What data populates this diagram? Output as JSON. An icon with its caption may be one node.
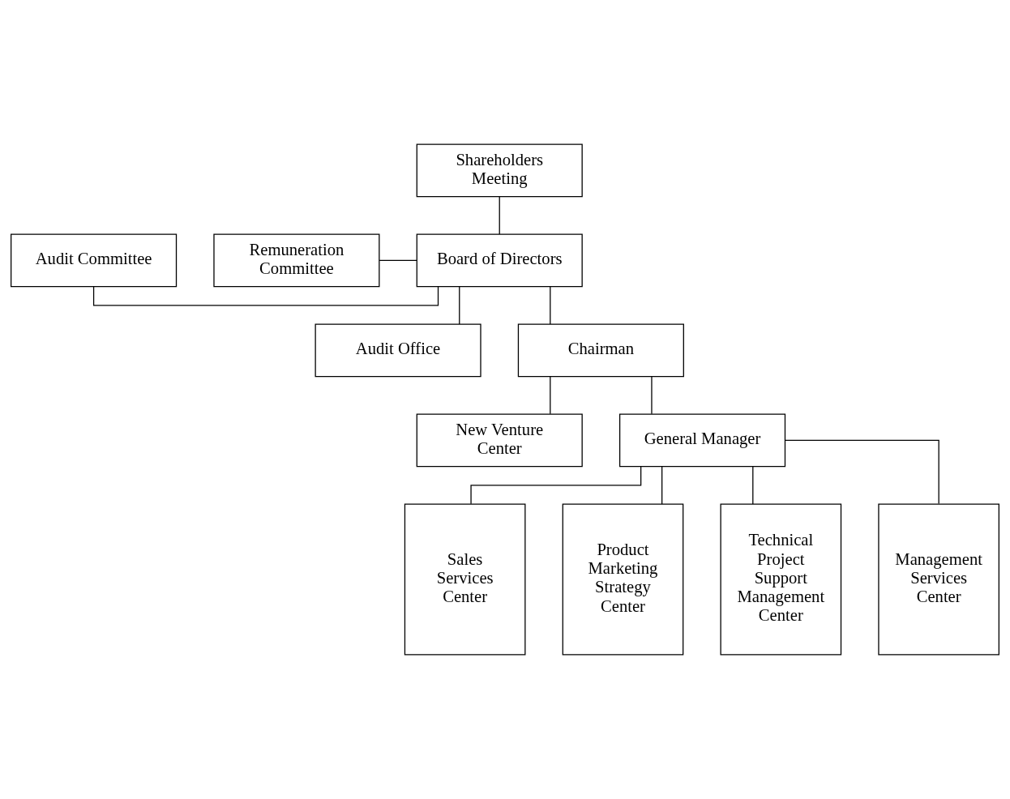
{
  "diagram": {
    "nodes": [
      {
        "text": [
          "Shareholders Meeting"
        ]
      },
      {
        "text": [
          "Audit Committee"
        ]
      },
      {
        "text": [
          "Remuneration Committee"
        ]
      },
      {
        "text": [
          "Board of Directors"
        ]
      },
      {
        "text": [
          "Audit Office"
        ]
      },
      {
        "text": [
          "Chairman"
        ]
      },
      {
        "text": [
          "New Venture Center"
        ]
      },
      {
        "text": [
          "General Manager"
        ]
      },
      {
        "text": [
          "Sales Services Center"
        ]
      },
      {
        "text": [
          "Product Marketing Strategy Center"
        ]
      },
      {
        "text": [
          "Technical Project Support Management Center"
        ]
      },
      {
        "text": [
          "Management Services Center"
        ]
      }
    ],
    "edges": [
      {
        "from": 0,
        "to": 3,
        "arrow": "none"
      },
      {
        "from": 1,
        "to": 3,
        "arrow": "none"
      },
      {
        "from": 2,
        "to": 3,
        "arrow": "none"
      },
      {
        "from": 3,
        "to": 5,
        "arrow": "none"
      },
      {
        "from": 3,
        "to": 4,
        "arrow": "none"
      },
      {
        "from": 5,
        "to": 7,
        "arrow": "none"
      },
      {
        "from": 5,
        "to": 6,
        "arrow": "none"
      },
      {
        "from": 7,
        "to": 8,
        "arrow": "none"
      },
      {
        "from": 7,
        "to": 9,
        "arrow": "none"
      },
      {
        "from": 7,
        "to": 10,
        "arrow": "none"
      },
      {
        "from": 7,
        "to": 11,
        "arrow": "none"
      }
    ]
  }
}
